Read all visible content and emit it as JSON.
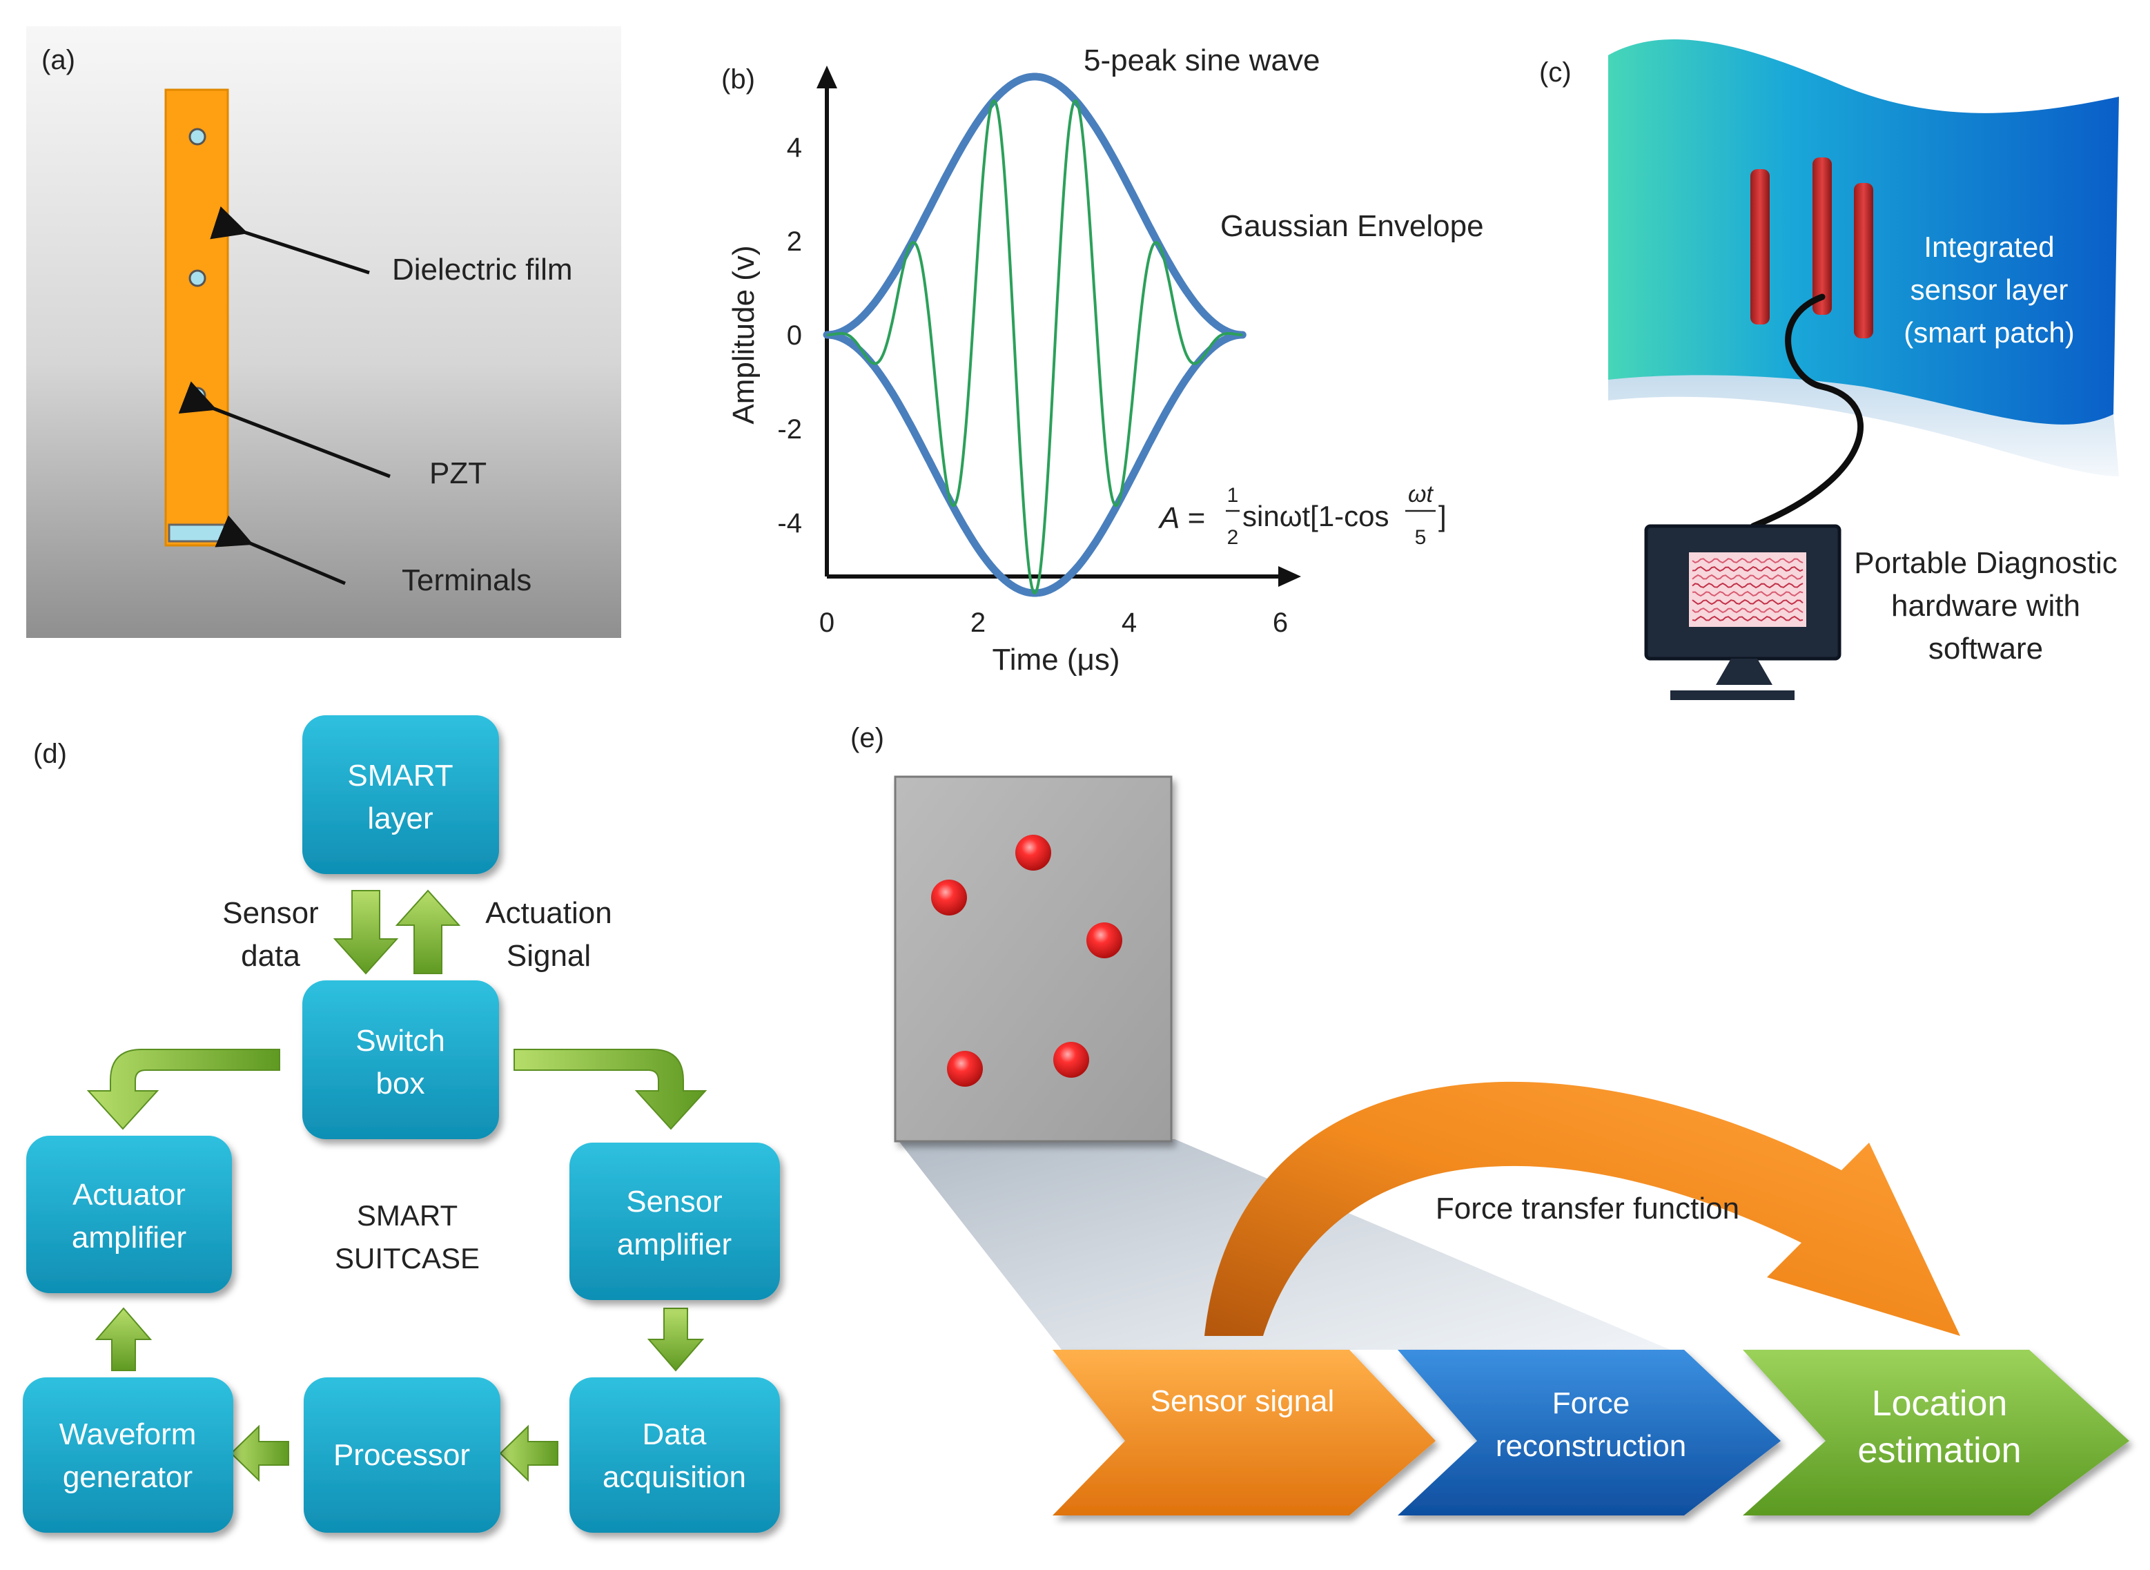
{
  "panel_a": {
    "label": "(a)",
    "dielectric_film": "Dielectric film",
    "pzt": "PZT",
    "terminals": "Terminals"
  },
  "panel_b": {
    "label": "(b)",
    "title": "5-peak sine wave",
    "envelope_label": "Gaussian Envelope",
    "formula": {
      "lhs": "A = ",
      "frac1_num": "1",
      "frac1_den": "2",
      "mid": "sinωt[1-cos ",
      "frac2_num": "ωt",
      "frac2_den": "5",
      "end": "]"
    },
    "xlabel": "Time (μs)",
    "ylabel": "Amplitude (v)",
    "x_ticks": [
      "0",
      "2",
      "4",
      "6"
    ],
    "y_ticks": [
      "4",
      "2",
      "0",
      "-2",
      "-4"
    ],
    "colors": {
      "envelope": "#4a7fbd",
      "signal": "#2ca05a"
    }
  },
  "panel_c": {
    "label": "(c)",
    "sensor_layer": [
      "Integrated",
      "sensor layer",
      "(smart patch)"
    ],
    "hardware": [
      "Portable Diagnostic",
      "hardware with",
      "software"
    ]
  },
  "panel_d": {
    "label": "(d)",
    "smart_layer": [
      "SMART",
      "layer"
    ],
    "switch_box": [
      "Switch",
      "box"
    ],
    "actuator_amplifier": [
      "Actuator",
      "amplifier"
    ],
    "sensor_amplifier": [
      "Sensor",
      "amplifier"
    ],
    "waveform_generator": [
      "Waveform",
      "generator"
    ],
    "processor": "Processor",
    "data_acquisition": [
      "Data",
      "acquisition"
    ],
    "sensor_data": [
      "Sensor",
      "data"
    ],
    "actuation_signal": [
      "Actuation",
      "Signal"
    ],
    "center": [
      "SMART",
      "SUITCASE"
    ],
    "colors": {
      "box": "#1aa5c8",
      "arrow": "#7cb342"
    }
  },
  "panel_e": {
    "label": "(e)",
    "transfer_label": "Force transfer function",
    "steps": {
      "sensor_signal": [
        "Sensor signal"
      ],
      "force_reconstruction": [
        "Force",
        "reconstruction"
      ],
      "location_estimation": [
        "Location",
        "estimation"
      ]
    },
    "colors": {
      "orange": "#f28a1e",
      "blue": "#1f6fc0",
      "green": "#7ab43a",
      "dot": "#e0202a"
    }
  }
}
